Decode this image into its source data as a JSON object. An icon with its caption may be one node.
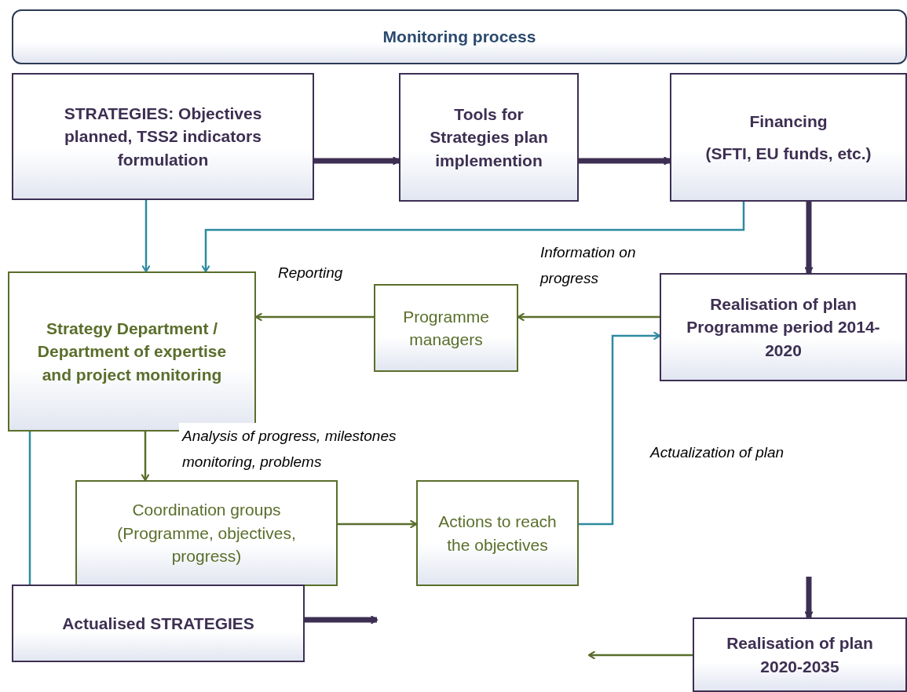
{
  "diagram": {
    "nodes": [
      {
        "text": [
          "Monitoring process"
        ]
      },
      {
        "text": [
          "STRATEGIES: Objectives planned, TSS2 indicators formulation"
        ]
      },
      {
        "text": [
          "Tools for Strategies plan implemention"
        ]
      },
      {
        "text": [
          "Financing",
          "(SFTI, EU funds, etc.)"
        ]
      },
      {
        "text": [
          "Strategy Department / Department of expertise and project monitoring"
        ]
      },
      {
        "text": [
          "Programme managers"
        ]
      },
      {
        "text": [
          "Realisation of plan Programme period 2014-2020"
        ]
      },
      {
        "text": [
          "Coordination groups (Programme, objectives, progress)"
        ]
      },
      {
        "text": [
          "Actions to reach the objectives"
        ]
      },
      {
        "text": [
          "Actualised STRATEGIES"
        ]
      },
      {
        "text": [
          "Realisation of plan 2020-2035"
        ]
      }
    ],
    "edges": [
      {
        "from": 1,
        "to": 2,
        "arrow": "to",
        "style": "thick"
      },
      {
        "from": 2,
        "to": 3,
        "arrow": "to",
        "style": "thick"
      },
      {
        "from": 3,
        "to": 6,
        "arrow": "to",
        "style": "thick"
      },
      {
        "from": 1,
        "to": 4,
        "arrow": "to",
        "color": "#2e8aa0"
      },
      {
        "from": 3,
        "to": 4,
        "arrow": "to",
        "color": "#2e8aa0"
      },
      {
        "from": 6,
        "to": 5,
        "arrow": "to",
        "color": "#5a6e2b",
        "label": "Information on progress"
      },
      {
        "from": 5,
        "to": 4,
        "arrow": "to",
        "color": "#5a6e2b",
        "label": "Reporting"
      },
      {
        "from": 4,
        "to": 7,
        "arrow": "to",
        "color": "#5a6e2b",
        "label": "Analysis of progress, milestones monitoring, problems"
      },
      {
        "from": 7,
        "to": 8,
        "arrow": "to",
        "color": "#5a6e2b"
      },
      {
        "from": 8,
        "to": 6,
        "arrow": "to",
        "color": "#2e8aa0",
        "label": "Actualization of plan"
      },
      {
        "from": 4,
        "to": 9,
        "arrow": "none",
        "color": "#2e8aa0"
      },
      {
        "from": 9,
        "to": null,
        "arrow": "to",
        "style": "thick"
      },
      {
        "from": null,
        "to": 10,
        "arrow": "to",
        "style": "thick"
      },
      {
        "from": 10,
        "to": null,
        "arrow": "to",
        "color": "#5a6e2b"
      }
    ]
  }
}
